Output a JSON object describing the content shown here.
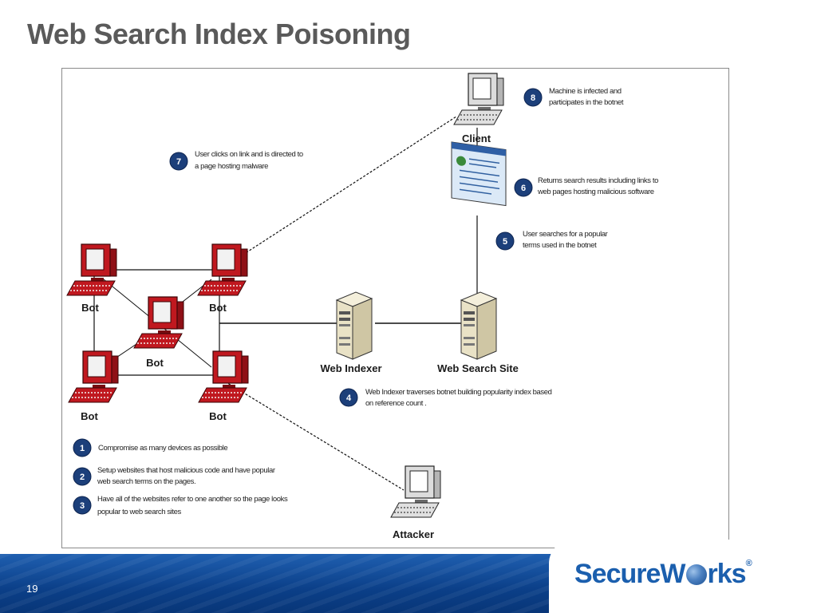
{
  "slide": {
    "title": "Web Search Index Poisoning",
    "page_number": "19"
  },
  "logo": {
    "part1": "SecureW",
    "part2": "rks",
    "registered": "®",
    "color": "#1b5fae"
  },
  "nodes": {
    "client": "Client",
    "web_indexer": "Web Indexer",
    "web_search_site": "Web Search Site",
    "attacker": "Attacker",
    "bot_top_left": "Bot",
    "bot_top_right": "Bot",
    "bot_center": "Bot",
    "bot_bottom_left": "Bot",
    "bot_bottom_right": "Bot"
  },
  "steps": {
    "s1": {
      "num": "1",
      "line1": "Compromise as many devices as possible",
      "line2": ""
    },
    "s2": {
      "num": "2",
      "line1": "Setup websites that host malicious code and have popular",
      "line2": "web search terms on the pages."
    },
    "s3": {
      "num": "3",
      "line1": "Have all of the websites refer to one another so the page looks",
      "line2": "popular to web search sites"
    },
    "s4": {
      "num": "4",
      "line1": "Web Indexer traverses botnet building popularity index based",
      "line2": "on reference count ."
    },
    "s5": {
      "num": "5",
      "line1": "User searches for a popular",
      "line2": "terms used in the botnet"
    },
    "s6": {
      "num": "6",
      "line1": "Returns search results including links to",
      "line2": "web pages hosting malicious software"
    },
    "s7": {
      "num": "7",
      "line1": "User clicks on link and is directed to",
      "line2": "a page hosting malware"
    },
    "s8": {
      "num": "8",
      "line1": "Machine is infected and",
      "line2": "participates in the botnet"
    }
  },
  "colors": {
    "bot": "#c0181f",
    "badge": "#1c3f7a",
    "server": "#e9e2c6",
    "footer": "#0b3f88"
  }
}
